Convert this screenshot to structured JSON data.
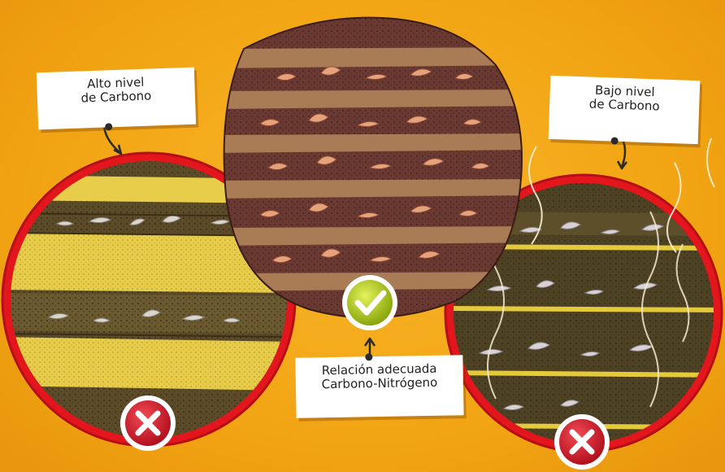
{
  "labels": {
    "high_carbon": {
      "line1": "Alto nivel",
      "line2": "de Carbono"
    },
    "low_carbon": {
      "line1": "Bajo nivel",
      "line2": "de Carbono"
    },
    "balanced": {
      "line1": "Relación adecuada",
      "line2": "Carbono-Nitrógeno"
    }
  },
  "status_icons": {
    "high_carbon": "x-mark-icon",
    "balanced": "check-mark-icon",
    "low_carbon": "x-mark-icon"
  },
  "colors": {
    "background": "#f2a514",
    "ring_red": "#e3151d",
    "sawdust_yellow": "#e9cf4a",
    "dark_soil": "#5a4a2a",
    "balanced_brown": "#6b3a33",
    "balanced_tan": "#a87a55",
    "check_green": "#b5cc1a",
    "x_red": "#d8182a"
  }
}
